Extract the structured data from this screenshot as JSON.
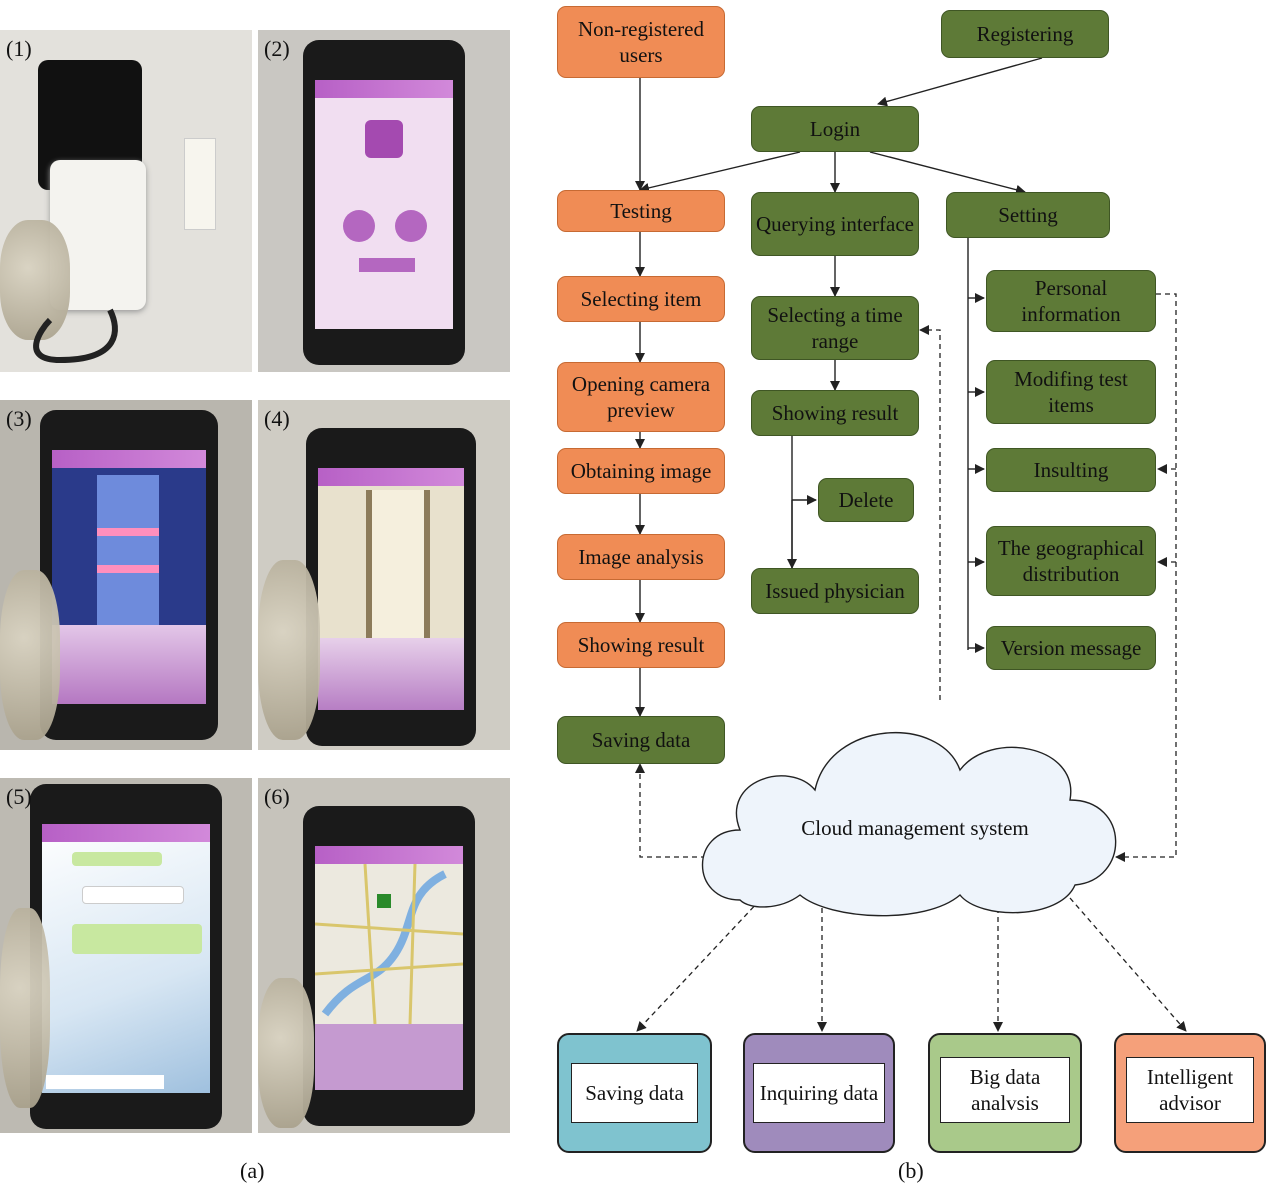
{
  "panel_a": {
    "label": "(a)",
    "photos": [
      {
        "num": "(1)"
      },
      {
        "num": "(2)"
      },
      {
        "num": "(3)"
      },
      {
        "num": "(4)"
      },
      {
        "num": "(5)"
      },
      {
        "num": "(6)"
      }
    ]
  },
  "panel_b": {
    "label": "(b)",
    "nodes": {
      "non_registered": "Non-registered users",
      "registering": "Registering",
      "login": "Login",
      "testing": "Testing",
      "querying": "Querying interface",
      "setting": "Setting",
      "selecting_item": "Selecting item",
      "selecting_time": "Selecting a time range",
      "opening_camera": "Opening camera preview",
      "showing_result_q": "Showing result",
      "obtaining_image": "Obtaining image",
      "delete": "Delete",
      "image_analysis": "Image analysis",
      "issued_physician": "Issued physician",
      "showing_result_t": "Showing result",
      "saving_data_t": "Saving data",
      "personal_info": "Personal information",
      "modifing": "Modifing test items",
      "insulting": "Insulting",
      "geo": "The geographical distribution",
      "version": "Version message"
    },
    "cloud": "Cloud management system",
    "services": [
      {
        "label": "Saving data",
        "color": "#7fc3cf"
      },
      {
        "label": "Inquiring data",
        "color": "#9f8bbc"
      },
      {
        "label": "Big data analvsis",
        "color": "#a9c98a"
      },
      {
        "label": "Intelligent advisor",
        "color": "#f5a07a"
      }
    ],
    "colors": {
      "orange": "#f08c55",
      "green": "#5e7a37",
      "cloud": "#eef4fb"
    }
  }
}
